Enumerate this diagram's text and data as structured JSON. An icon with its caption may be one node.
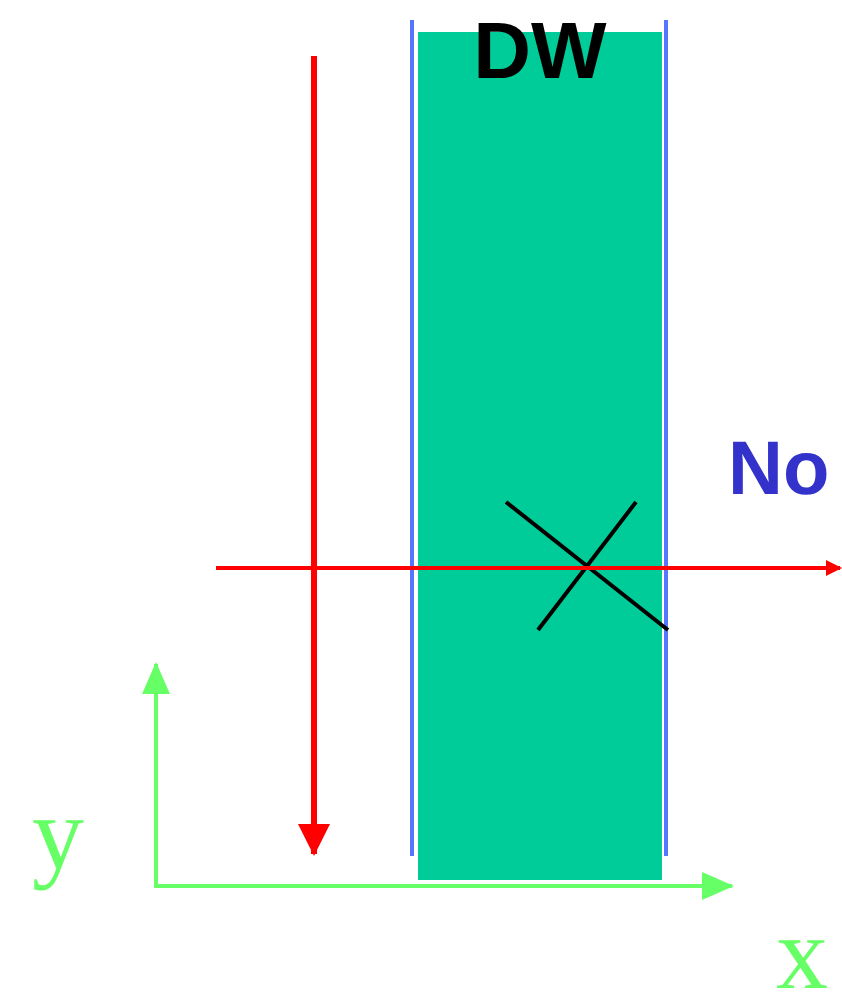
{
  "diagram": {
    "nodes": [
      {
        "text": [
          "DW"
        ]
      }
    ],
    "labels": [
      "No",
      "y",
      "x"
    ]
  }
}
